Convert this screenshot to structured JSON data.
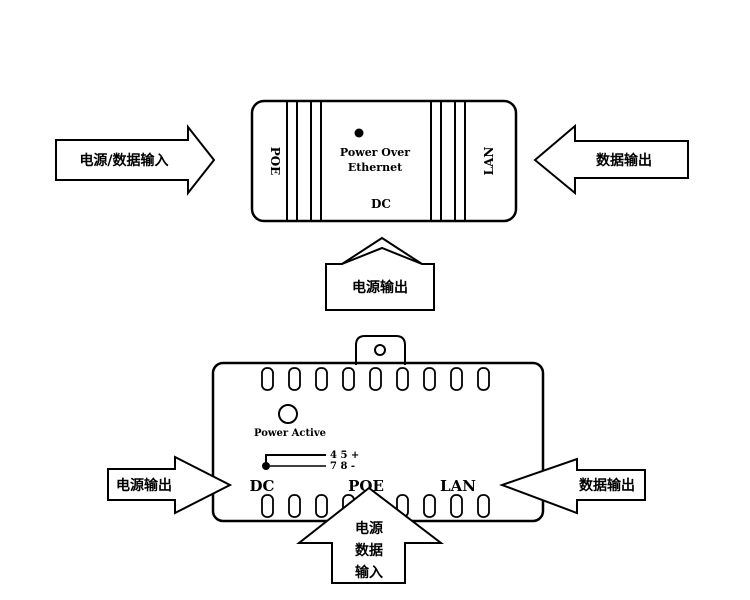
{
  "top_device": {
    "left_label": "POE",
    "right_label": "LAN",
    "center_line1": "Power  Over",
    "center_line2": "Ethernet",
    "bottom_label": "DC"
  },
  "top_arrows": {
    "left": "电源/数据输入",
    "right": "数据输出",
    "bottom": "电源输出"
  },
  "bottom_device": {
    "indicator_label": "Power Active",
    "pin_line1": "4 5 +",
    "pin_line2": "7 8 -",
    "port_dc": "DC",
    "port_poe": "POE",
    "port_lan": "LAN"
  },
  "bottom_arrows": {
    "left": "电源输出",
    "right": "数据输出",
    "bottom_line1": "电源",
    "bottom_line2": "数据",
    "bottom_line3": "输入"
  }
}
